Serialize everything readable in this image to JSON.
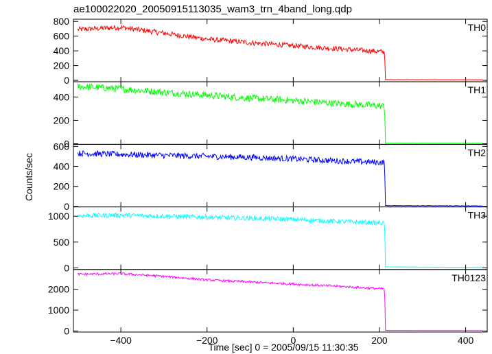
{
  "chart_data": {
    "type": "line",
    "title": "ae100022020_20050915113035_wam3_trn_4band_long.qdp",
    "xlabel": "Time [sec] 0 = 2005/09/15 11:30:35",
    "ylabel": "Counts/sec",
    "xlim": [
      -510,
      450
    ],
    "x_ticks": [
      -400,
      -200,
      0,
      200,
      400
    ],
    "step_time": 213,
    "end_time": 440,
    "panels": [
      {
        "name": "TH0",
        "color": "#ff0000",
        "ylim": [
          -20,
          830
        ],
        "y_ticks": [
          0,
          200,
          400,
          600,
          800
        ],
        "x": [
          -500,
          -400,
          -300,
          -200,
          -100,
          0,
          100,
          200,
          212,
          214,
          440
        ],
        "y": [
          690,
          720,
          640,
          560,
          510,
          470,
          430,
          390,
          385,
          10,
          5
        ],
        "noise": 35
      },
      {
        "name": "TH1",
        "color": "#00ff00",
        "ylim": [
          -5,
          530
        ],
        "y_ticks": [
          0,
          200,
          400
        ],
        "x": [
          -500,
          -400,
          -300,
          -200,
          -100,
          0,
          100,
          200,
          212,
          214,
          440
        ],
        "y": [
          490,
          470,
          440,
          415,
          390,
          370,
          345,
          325,
          320,
          5,
          5
        ],
        "noise": 30
      },
      {
        "name": "TH2",
        "color": "#0000ff",
        "ylim": [
          -5,
          620
        ],
        "y_ticks": [
          0,
          200,
          400,
          600
        ],
        "x": [
          -500,
          -400,
          -300,
          -200,
          -100,
          0,
          100,
          200,
          212,
          214,
          440
        ],
        "y": [
          530,
          520,
          510,
          500,
          490,
          475,
          455,
          440,
          440,
          8,
          5
        ],
        "noise": 30
      },
      {
        "name": "TH3",
        "color": "#00ffff",
        "ylim": [
          -30,
          1180
        ],
        "y_ticks": [
          0,
          500,
          1000
        ],
        "x": [
          -500,
          -400,
          -300,
          -200,
          -100,
          0,
          100,
          200,
          212,
          214,
          440
        ],
        "y": [
          1010,
          1020,
          1000,
          980,
          960,
          940,
          900,
          870,
          860,
          20,
          10
        ],
        "noise": 45
      },
      {
        "name": "TH0123",
        "color": "#ff00ff",
        "ylim": [
          -50,
          2950
        ],
        "y_ticks": [
          0,
          1000,
          2000
        ],
        "x": [
          -500,
          -400,
          -300,
          -200,
          -100,
          0,
          100,
          200,
          212,
          214,
          440
        ],
        "y": [
          2720,
          2750,
          2620,
          2450,
          2350,
          2250,
          2150,
          2030,
          2020,
          30,
          20
        ],
        "noise": 55
      }
    ]
  }
}
